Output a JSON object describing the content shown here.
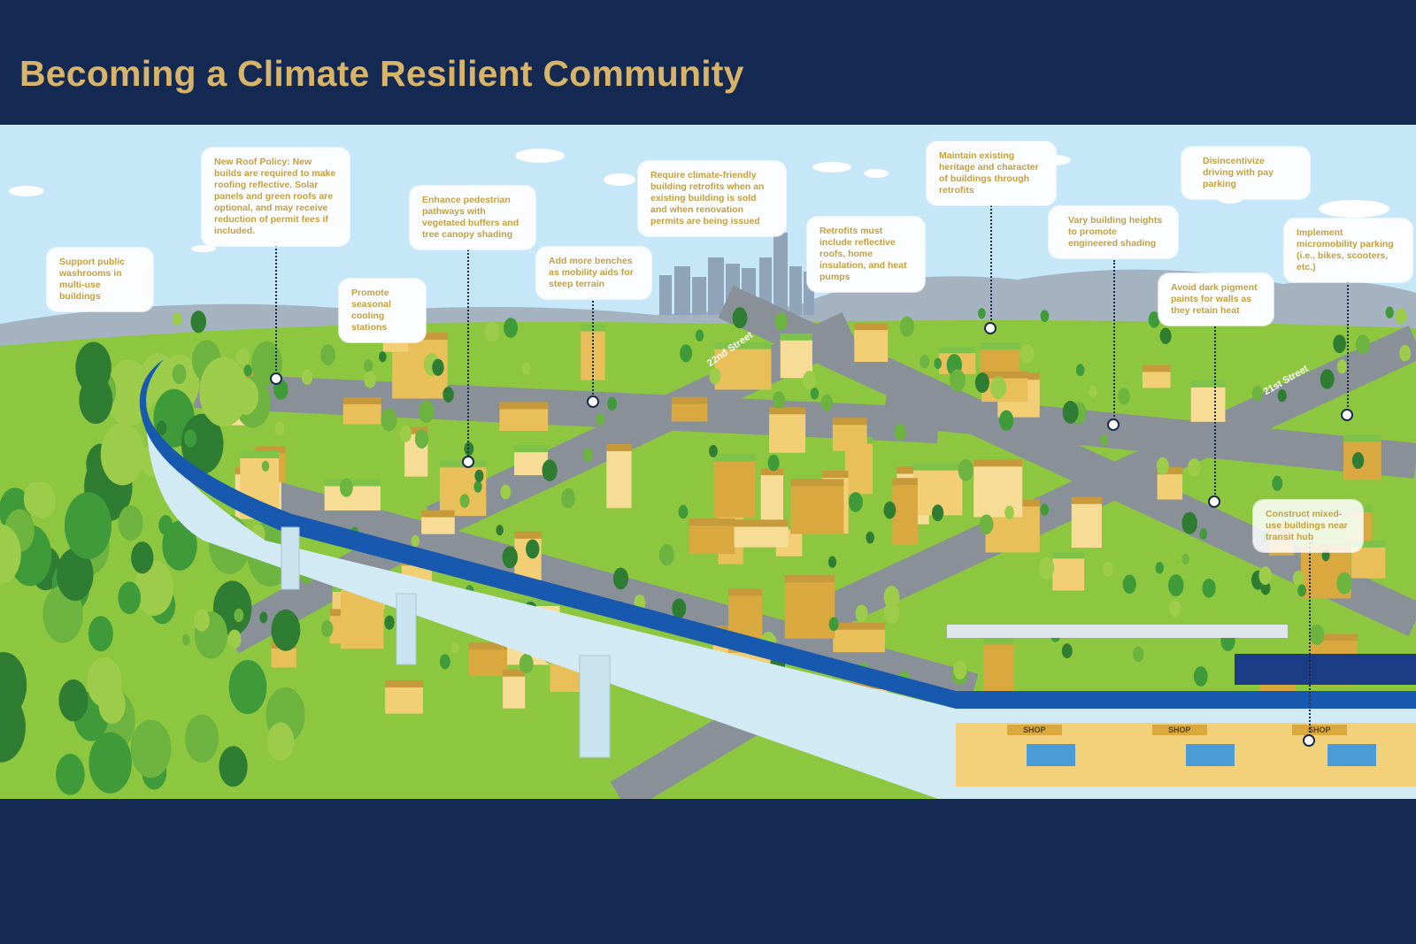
{
  "header": {
    "title": "Becoming a Climate Resilient Community"
  },
  "colors": {
    "navy": "#142a53",
    "title_gold": "#d7b46a",
    "callout_text": "#c6a03f",
    "sky": "#c6e7f8",
    "grass": "#8dc63f",
    "guideway_blue": "#1859b0"
  },
  "callouts": [
    {
      "text": "Support public washrooms in multi-use buildings"
    },
    {
      "text": "New Roof Policy: New builds are required to make roofing reflective. Solar panels and green roofs are optional, and may receive reduction of permit fees if included."
    },
    {
      "text": "Promote seasonal cooling stations"
    },
    {
      "text": "Enhance pedestrian pathways with vegetated buffers and tree canopy shading"
    },
    {
      "text": "Add more benches as mobility aids for steep terrain"
    },
    {
      "text": "Require climate-friendly building retrofits when an existing building is sold and when renovation permits are being issued"
    },
    {
      "text": "Retrofits must include reflective roofs, home insulation, and heat pumps"
    },
    {
      "text": "Maintain existing heritage and character of buildings through retrofits"
    },
    {
      "text": "Disincentivize driving with pay parking"
    },
    {
      "text": "Vary building heights to promote engineered shading"
    },
    {
      "text": "Implement micromobility parking (i.e., bikes, scooters, etc.)"
    },
    {
      "text": "Avoid dark pigment paints for walls as they retain heat"
    },
    {
      "text": "Construct mixed-use buildings near transit hub"
    }
  ],
  "streets": [
    "22nd Street",
    "21st Street"
  ],
  "shops": [
    "SHOP",
    "SHOP",
    "SHOP"
  ]
}
